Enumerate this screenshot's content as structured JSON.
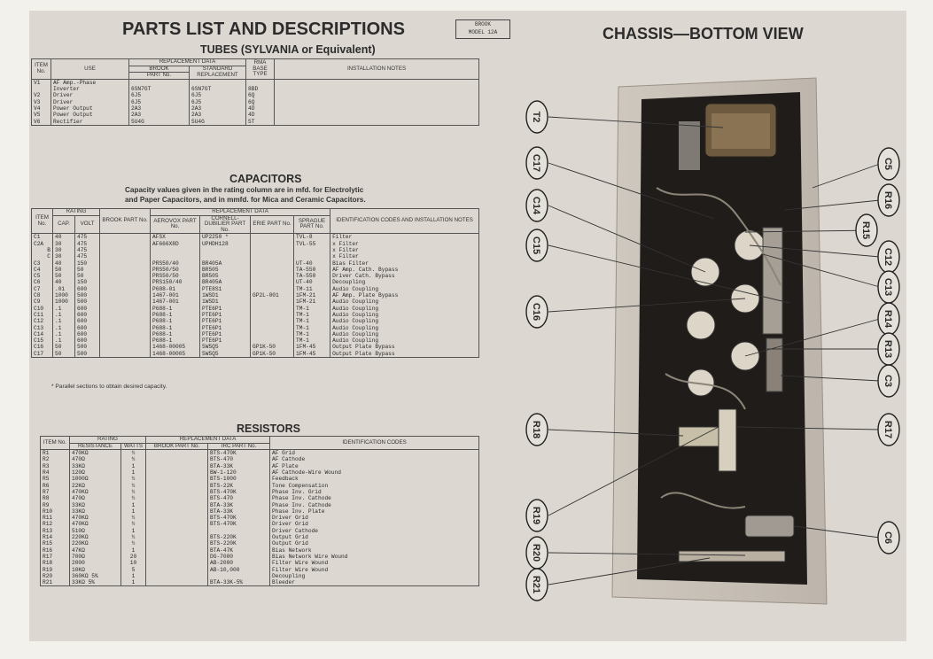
{
  "header": {
    "title": "PARTS LIST AND DESCRIPTIONS",
    "model_box": [
      "BROOK",
      "MODEL 12A"
    ],
    "chassis_title": "CHASSIS—BOTTOM VIEW"
  },
  "tubes": {
    "title": "TUBES (SYLVANIA or Equivalent)",
    "header": {
      "item": "ITEM No.",
      "use": "USE",
      "replacement": "REPLACEMENT DATA",
      "brook": "BROOK",
      "part_no": "PART No.",
      "standard": "STANDARD REPLACEMENT",
      "rma": "RMA BASE TYPE",
      "notes": "INSTALLATION NOTES"
    },
    "rows": [
      {
        "item": "V1",
        "use": "AF Amp.-Phase",
        "brook": "",
        "std": "",
        "base": ""
      },
      {
        "item": "",
        "use": "Inverter",
        "brook": "6SN7GT",
        "std": "6SN7GT",
        "base": "8BD"
      },
      {
        "item": "V2",
        "use": "Driver",
        "brook": "6J5",
        "std": "6J5",
        "base": "6Q"
      },
      {
        "item": "V3",
        "use": "Driver",
        "brook": "6J5",
        "std": "6J5",
        "base": "6Q"
      },
      {
        "item": "V4",
        "use": "Power Output",
        "brook": "2A3",
        "std": "2A3",
        "base": "4D"
      },
      {
        "item": "V5",
        "use": "Power Output",
        "brook": "2A3",
        "std": "2A3",
        "base": "4D"
      },
      {
        "item": "V6",
        "use": "Rectifier",
        "brook": "5U4G",
        "std": "5U4G",
        "base": "5T"
      }
    ]
  },
  "capacitors": {
    "title": "CAPACITORS",
    "subtitle_line1": "Capacity values given in the rating column are in mfd. for Electrolytic",
    "subtitle_line2": "and Paper Capacitors, and in mmfd. for Mica and Ceramic Capacitors.",
    "header": {
      "item": "ITEM No.",
      "rating": "RATING",
      "cap": "CAP.",
      "volt": "VOLT",
      "replacement": "REPLACEMENT DATA",
      "brook": "BROOK PART No.",
      "aerovox": "AEROVOX PART No.",
      "cornell": "CORNELL-DUBILIER PART No.",
      "erie": "ERIE PART No.",
      "sprague": "SPRAGUE PART No.",
      "codes": "IDENTIFICATION CODES AND INSTALLATION NOTES"
    },
    "rows": [
      {
        "item": "C1",
        "cap": "40",
        "volt": "475",
        "aerovox": "AFSX",
        "cornell": "UP2250 *",
        "erie": "",
        "sprague": "TVL-8",
        "note": "Filter"
      },
      {
        "item": "C2A",
        "cap": "30",
        "volt": "475",
        "aerovox": "AF666X8D",
        "cornell": "UPHDH128",
        "erie": "",
        "sprague": "TVL-55",
        "note": "x Filter"
      },
      {
        "item": "B",
        "cap": "30",
        "volt": "475",
        "aerovox": "",
        "cornell": "",
        "erie": "",
        "sprague": "",
        "note": "x Filter"
      },
      {
        "item": "C",
        "cap": "30",
        "volt": "475",
        "aerovox": "",
        "cornell": "",
        "erie": "",
        "sprague": "",
        "note": "x Filter"
      },
      {
        "item": "C3",
        "cap": "40",
        "volt": "150",
        "aerovox": "PRS50/40",
        "cornell": "BR405A",
        "erie": "",
        "sprague": "UT-40",
        "note": "Bias Filter"
      },
      {
        "item": "C4",
        "cap": "50",
        "volt": "50",
        "aerovox": "PRS50/50",
        "cornell": "BR505",
        "erie": "",
        "sprague": "TA-550",
        "note": "AF Amp. Cath. Bypass"
      },
      {
        "item": "C5",
        "cap": "50",
        "volt": "50",
        "aerovox": "PRS50/50",
        "cornell": "BR505",
        "erie": "",
        "sprague": "TA-550",
        "note": "Driver Cath. Bypass"
      },
      {
        "item": "C6",
        "cap": "40",
        "volt": "150",
        "aerovox": "PRS150/40",
        "cornell": "BR405A",
        "erie": "",
        "sprague": "UT-40",
        "note": "Decoupling"
      },
      {
        "item": "C7",
        "cap": ".01",
        "volt": "600",
        "aerovox": "P688-01",
        "cornell": "PTE8S1",
        "erie": "",
        "sprague": "TM-11",
        "note": "Audio Coupling"
      },
      {
        "item": "C8",
        "cap": "1000",
        "volt": "500",
        "aerovox": "1467-001",
        "cornell": "1WSD1",
        "erie": "GP2L-001",
        "sprague": "1FM-21",
        "note": "AF Amp. Plate Bypass"
      },
      {
        "item": "C9",
        "cap": "1000",
        "volt": "500",
        "aerovox": "1467-001",
        "cornell": "1WSD1",
        "erie": "",
        "sprague": "1FM-21",
        "note": "Audio Coupling"
      },
      {
        "item": "C10",
        "cap": ".1",
        "volt": "600",
        "aerovox": "P688-1",
        "cornell": "PTE6P1",
        "erie": "",
        "sprague": "TM-1",
        "note": "Audio Coupling"
      },
      {
        "item": "C11",
        "cap": ".1",
        "volt": "600",
        "aerovox": "P688-1",
        "cornell": "PTE6P1",
        "erie": "",
        "sprague": "TM-1",
        "note": "Audio Coupling"
      },
      {
        "item": "C12",
        "cap": ".1",
        "volt": "600",
        "aerovox": "P688-1",
        "cornell": "PTE6P1",
        "erie": "",
        "sprague": "TM-1",
        "note": "Audio Coupling"
      },
      {
        "item": "C13",
        "cap": ".1",
        "volt": "600",
        "aerovox": "P688-1",
        "cornell": "PTE6P1",
        "erie": "",
        "sprague": "TM-1",
        "note": "Audio Coupling"
      },
      {
        "item": "C14",
        "cap": ".1",
        "volt": "600",
        "aerovox": "P688-1",
        "cornell": "PTE6P1",
        "erie": "",
        "sprague": "TM-1",
        "note": "Audio Coupling"
      },
      {
        "item": "C15",
        "cap": ".1",
        "volt": "600",
        "aerovox": "P688-1",
        "cornell": "PTE6P1",
        "erie": "",
        "sprague": "TM-1",
        "note": "Audio Coupling"
      },
      {
        "item": "C16",
        "cap": "50",
        "volt": "500",
        "aerovox": "1468-00005",
        "cornell": "5W5Q5",
        "erie": "GP1K-50",
        "sprague": "1FM-45",
        "note": "Output Plate Bypass"
      },
      {
        "item": "C17",
        "cap": "50",
        "volt": "500",
        "aerovox": "1468-00005",
        "cornell": "5W5Q5",
        "erie": "GP1K-50",
        "sprague": "1FM-45",
        "note": "Output Plate Bypass"
      }
    ],
    "footnote": "* Parallel sections to obtain desired capacity."
  },
  "resistors": {
    "title": "RESISTORS",
    "header": {
      "item": "ITEM No.",
      "rating": "RATING",
      "resistance": "RESISTANCE",
      "watts": "WATTS",
      "replacement": "REPLACEMENT DATA",
      "brook": "BROOK PART No.",
      "irc": "IRC PART No.",
      "codes": "IDENTIFICATION CODES"
    },
    "rows": [
      {
        "item": "R1",
        "res": "470KΩ",
        "watts": "½",
        "irc": "BTS-470K",
        "code": "AF Grid"
      },
      {
        "item": "R2",
        "res": "470Ω",
        "watts": "½",
        "irc": "BTS-470",
        "code": "AF Cathode"
      },
      {
        "item": "R3",
        "res": "33KΩ",
        "watts": "1",
        "irc": "BTA-33K",
        "code": "AF Plate"
      },
      {
        "item": "R4",
        "res": "120Ω",
        "watts": "1",
        "irc": "BW-1-120",
        "code": "AF Cathode-Wire Wound"
      },
      {
        "item": "R5",
        "res": "1000Ω",
        "watts": "½",
        "irc": "BTS-1000",
        "code": "Feedback"
      },
      {
        "item": "R6",
        "res": "22KΩ",
        "watts": "½",
        "irc": "BTS-22K",
        "code": "Tone Compensation"
      },
      {
        "item": "R7",
        "res": "470KΩ",
        "watts": "½",
        "irc": "BTS-470K",
        "code": "Phase Inv. Grid"
      },
      {
        "item": "R8",
        "res": "470Ω",
        "watts": "½",
        "irc": "BTS-470",
        "code": "Phase Inv. Cathode"
      },
      {
        "item": "R9",
        "res": "33KΩ",
        "watts": "1",
        "irc": "BTA-33K",
        "code": "Phase Inv. Cathode"
      },
      {
        "item": "R10",
        "res": "33KΩ",
        "watts": "1",
        "irc": "BTA-33K",
        "code": "Phase Inv. Plate"
      },
      {
        "item": "R11",
        "res": "470KΩ",
        "watts": "½",
        "irc": "BTS-470K",
        "code": "Driver Grid"
      },
      {
        "item": "R12",
        "res": "470KΩ",
        "watts": "½",
        "irc": "BTS-470K",
        "code": "Driver Grid"
      },
      {
        "item": "R13",
        "res": "510Ω",
        "watts": "1",
        "irc": "",
        "code": "Driver Cathode"
      },
      {
        "item": "R14",
        "res": "220KΩ",
        "watts": "½",
        "irc": "BTS-220K",
        "code": "Output Grid"
      },
      {
        "item": "R15",
        "res": "220KΩ",
        "watts": "½",
        "irc": "BTS-220K",
        "code": "Output Grid"
      },
      {
        "item": "R16",
        "res": "47KΩ",
        "watts": "1",
        "irc": "BTA-47K",
        "code": "Bias Network"
      },
      {
        "item": "R17",
        "res": "700Ω",
        "watts": "20",
        "irc": "DG-7000",
        "code": "Bias Network Wire Wound"
      },
      {
        "item": "R18",
        "res": "2000",
        "watts": "10",
        "irc": "AB-2000",
        "code": "Filter Wire Wound"
      },
      {
        "item": "R19",
        "res": "10KΩ",
        "watts": "5",
        "irc": "AB-10,000",
        "code": "Filter Wire Wound"
      },
      {
        "item": "R20",
        "res": "360KΩ 5%",
        "watts": "1",
        "irc": "",
        "code": "Decoupling"
      },
      {
        "item": "R21",
        "res": "33KΩ 5%",
        "watts": "1",
        "irc": "BTA-33K-5%",
        "code": "Bleeder"
      }
    ]
  },
  "callouts": {
    "left": [
      "T2",
      "C17",
      "C14",
      "C15",
      "C16",
      "R18",
      "R19",
      "R20",
      "R21"
    ],
    "right": [
      "C5",
      "R16",
      "R15",
      "C12",
      "C13",
      "R14",
      "R13",
      "C3",
      "R17",
      "C6"
    ]
  }
}
